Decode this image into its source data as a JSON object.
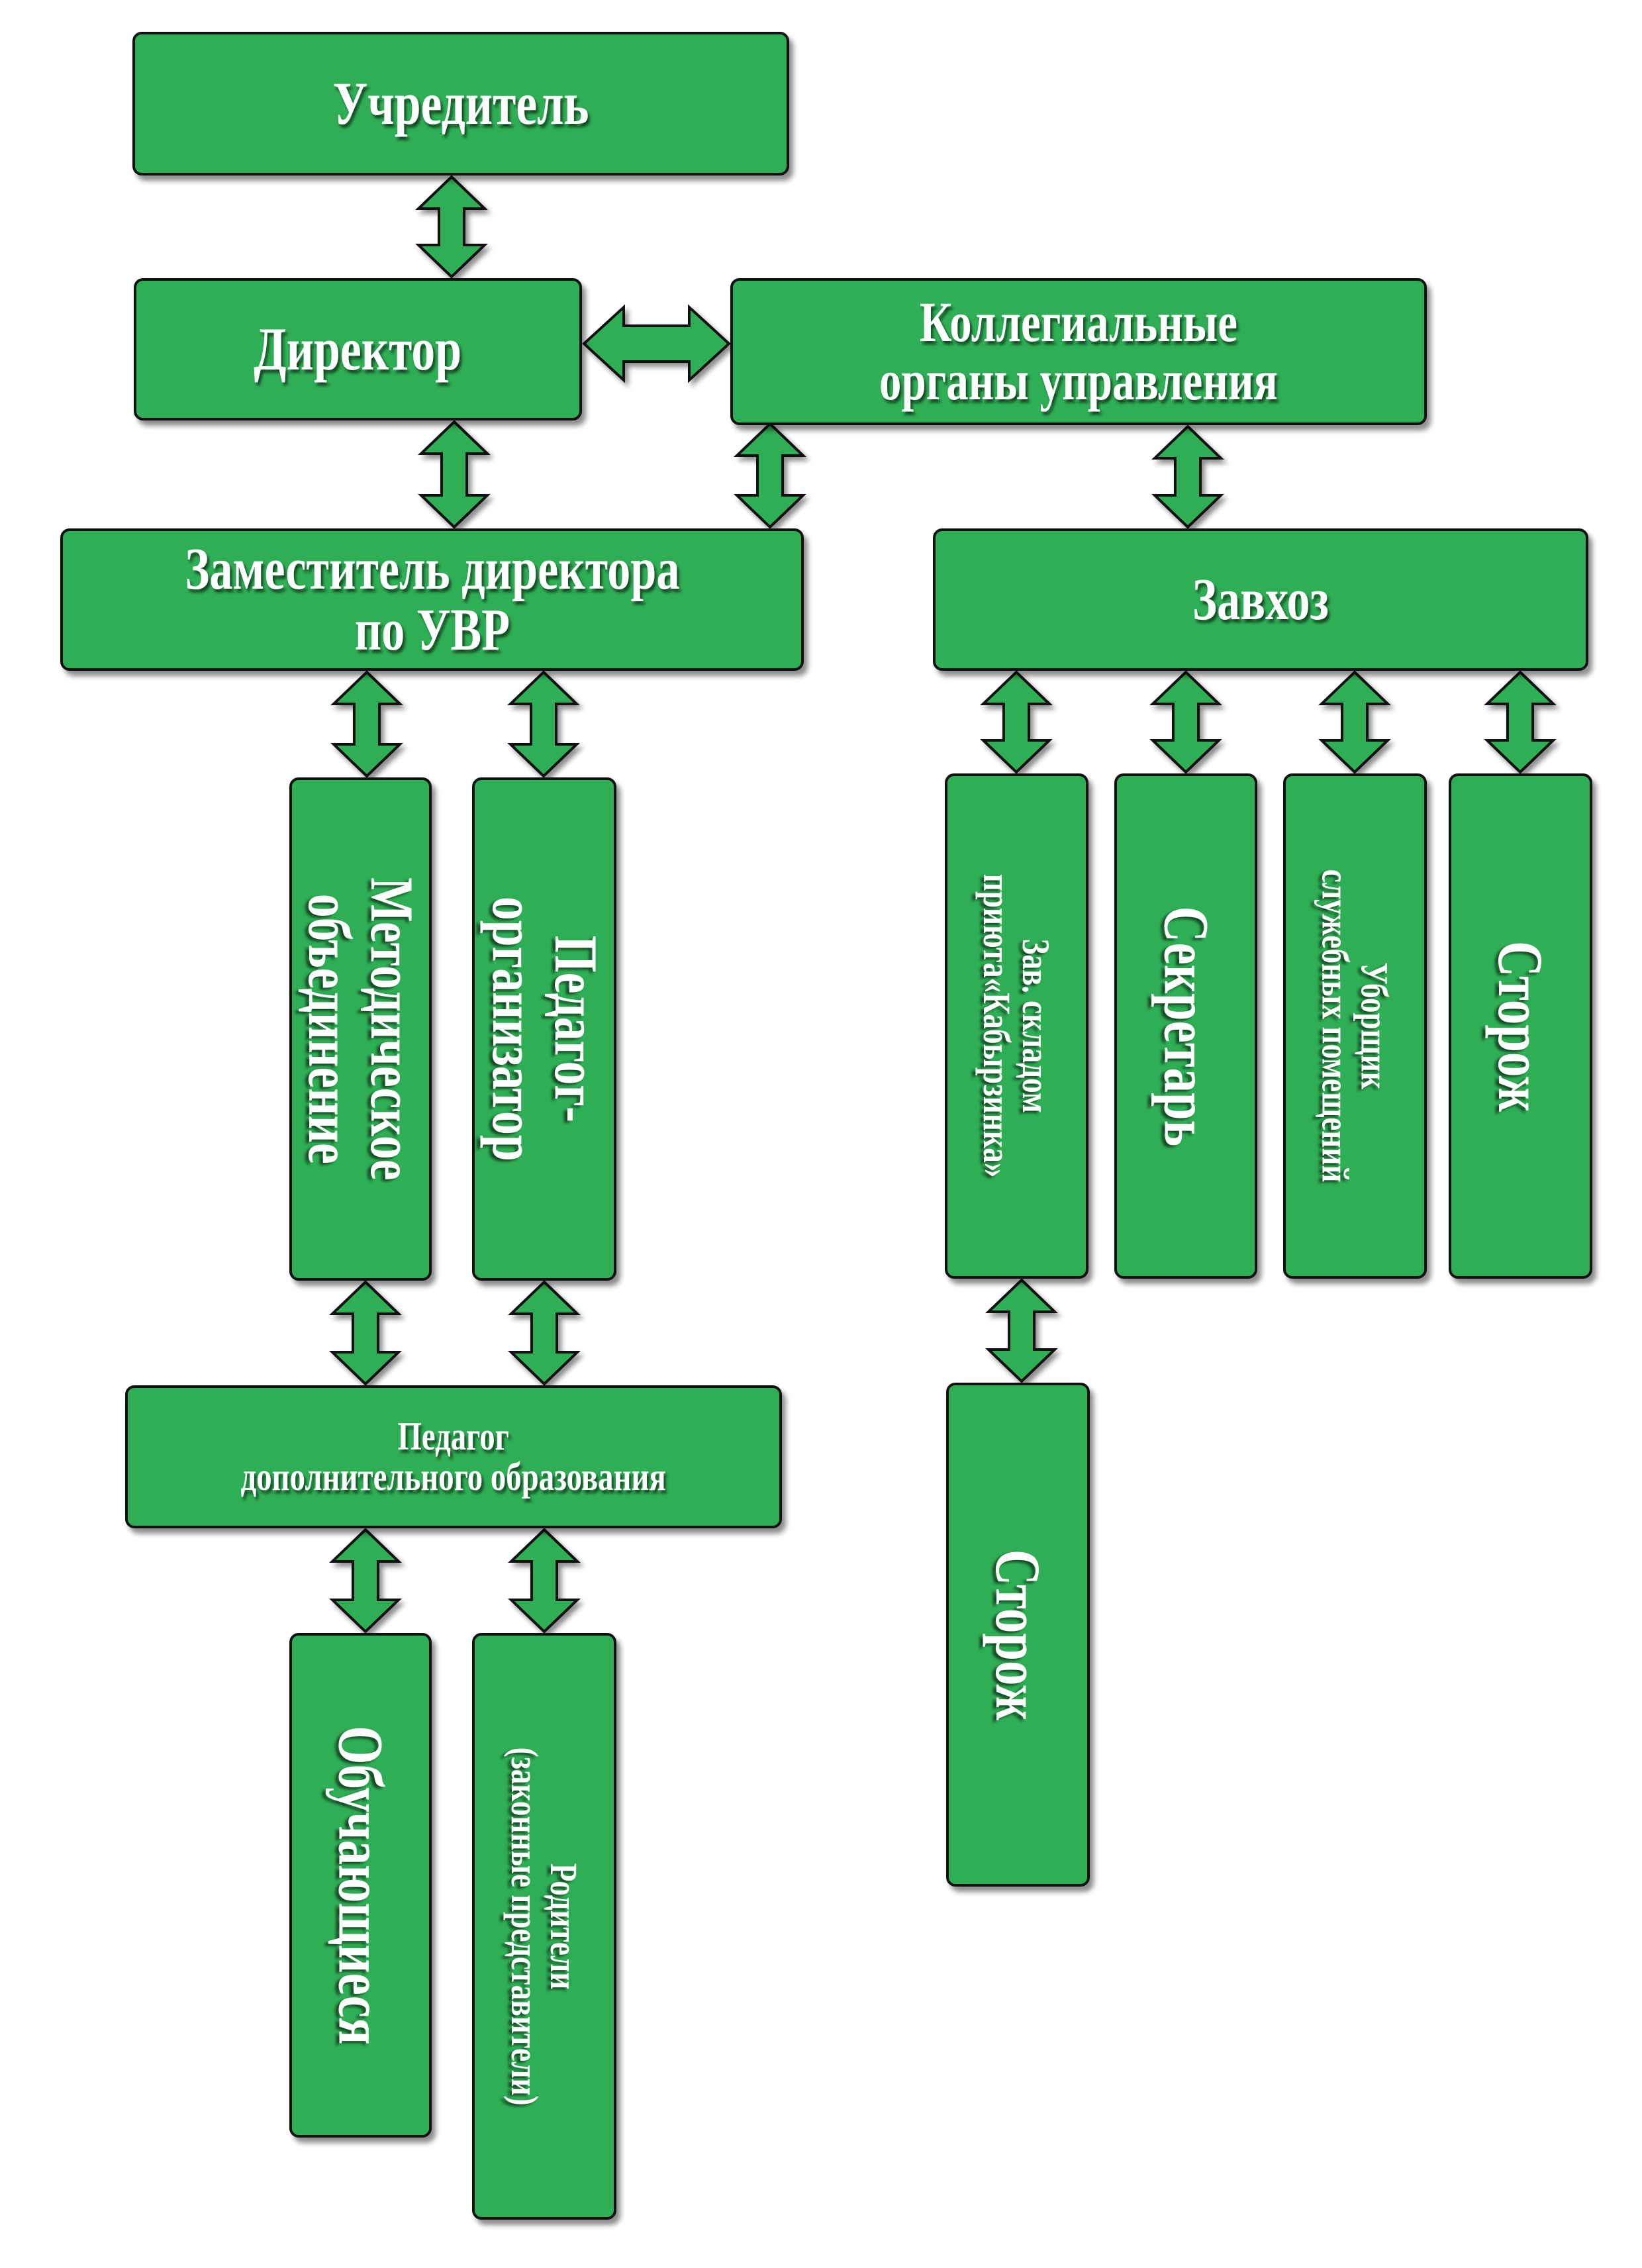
{
  "diagram": {
    "theme_color": "#2faf55",
    "nodes": {
      "founder": {
        "lines": [
          "Учредитель"
        ]
      },
      "director": {
        "lines": [
          "Директор"
        ]
      },
      "collegial": {
        "lines": [
          "Коллегиальные",
          "органы управления"
        ]
      },
      "deputy": {
        "lines": [
          "Заместитель директора",
          "по УВР"
        ]
      },
      "supply_manager": {
        "lines": [
          "Завхоз"
        ]
      },
      "methodical": {
        "lines": [
          "Методическое",
          "объединение"
        ]
      },
      "organizer": {
        "lines": [
          "Педагог-",
          "организатор"
        ]
      },
      "warehouse": {
        "lines": [
          "Зав. складом",
          "приюта«Кабырзинка»"
        ]
      },
      "secretary": {
        "lines": [
          "Секретарь"
        ]
      },
      "cleaner": {
        "lines": [
          "Уборщик",
          "служебных помещений"
        ]
      },
      "guard_1": {
        "lines": [
          "Сторож"
        ]
      },
      "extra_teacher": {
        "lines": [
          "Педагог",
          "дополнительного образования"
        ]
      },
      "students": {
        "lines": [
          "Обучающиеся"
        ]
      },
      "parents": {
        "lines": [
          "Родители",
          "(законные представители)"
        ]
      },
      "guard_2": {
        "lines": [
          "Сторож"
        ]
      }
    },
    "connections": [
      [
        "founder",
        "director"
      ],
      [
        "director",
        "collegial"
      ],
      [
        "director",
        "deputy"
      ],
      [
        "collegial",
        "deputy"
      ],
      [
        "collegial",
        "supply_manager"
      ],
      [
        "deputy",
        "methodical"
      ],
      [
        "deputy",
        "organizer"
      ],
      [
        "supply_manager",
        "warehouse"
      ],
      [
        "supply_manager",
        "secretary"
      ],
      [
        "supply_manager",
        "cleaner"
      ],
      [
        "supply_manager",
        "guard_1"
      ],
      [
        "methodical",
        "extra_teacher"
      ],
      [
        "organizer",
        "extra_teacher"
      ],
      [
        "warehouse",
        "guard_2"
      ],
      [
        "extra_teacher",
        "students"
      ],
      [
        "extra_teacher",
        "parents"
      ]
    ]
  }
}
